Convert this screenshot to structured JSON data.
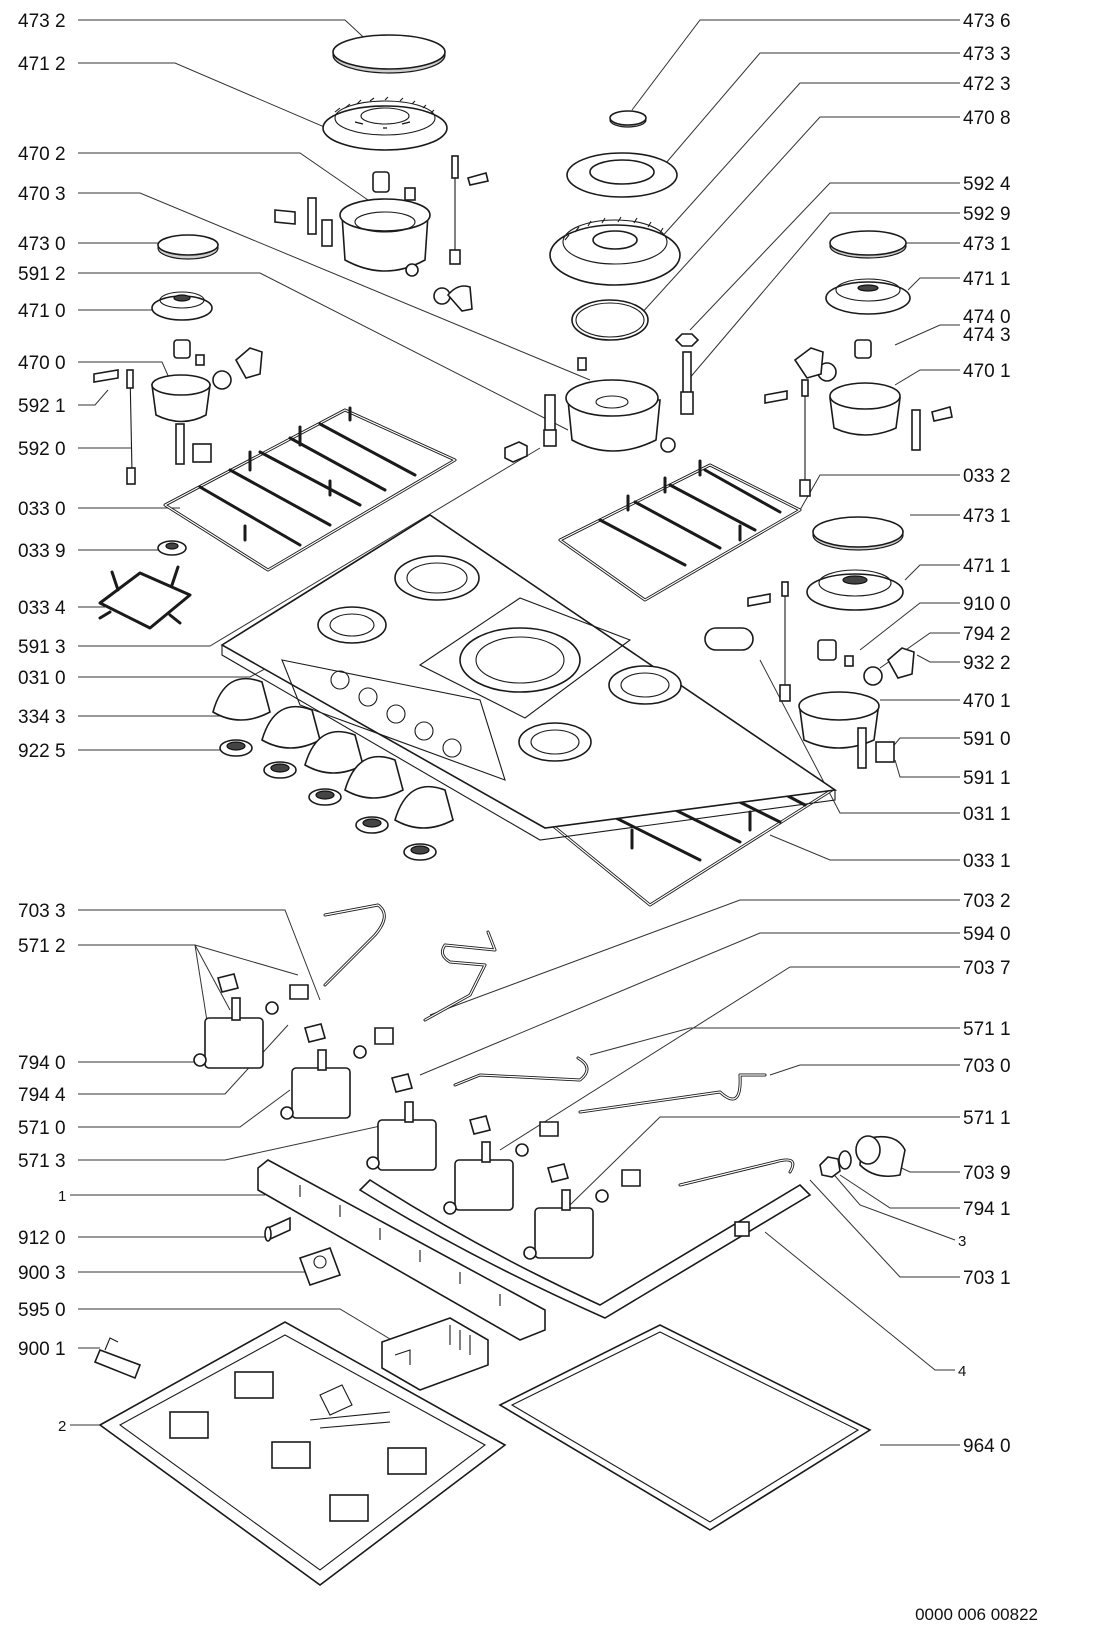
{
  "callouts": {
    "c4732a": "473 2",
    "c4712a": "471 2",
    "c4702": "470 2",
    "c4703": "470 3",
    "c4730": "473  0",
    "c5912": "591 2",
    "c4710": "471 0",
    "c4700": "470 0",
    "c5921": "592 1",
    "c5920": "592 0",
    "c0330": "033 0",
    "c0339": "033 9",
    "c0334": "033 4",
    "c5913": "591 3",
    "c0310": "031 0",
    "c3343": "334 3",
    "c9225": "922 5",
    "c4736": "473 6",
    "c4733": "473 3",
    "c4723": "472 3",
    "c4708": "470 8",
    "c5924": "592 4",
    "c5929": "592 9",
    "c4731a": "473 1",
    "c4711a": "471 1",
    "c4740": "474 0",
    "c4743": "474 3",
    "c4701a": "470 1",
    "c0332": "033 2",
    "c4731b": "473 1",
    "c4711b": "471 1",
    "c9100": "910 0",
    "c7942": "794 2",
    "c9322": "932 2",
    "c4701b": "470 1",
    "c5910": "591 0",
    "c5911": "591 1",
    "c0311": "031 1",
    "c0331": "033 1",
    "c7033": "703 3",
    "c5712": "571 2",
    "c7940": "794 0",
    "c7944": "794 4",
    "c5710": "571 0",
    "c5713": "571 3",
    "c1": "1",
    "c9120": "912 0",
    "c9003": "900 3",
    "c5950": "595 0",
    "c9001": "900 1",
    "c2": "2",
    "c7032": "703 2",
    "c5940": "594 0",
    "c7037": "703 7",
    "c5711a": "571 1",
    "c7030": "703 0",
    "c5711b": "571 1",
    "c7039": "703 9",
    "c7941": "794 1",
    "c3": "3",
    "c7031": "703 1",
    "c4": "4",
    "c9640": "964 0"
  },
  "drawing_number": "0000 006 00822"
}
